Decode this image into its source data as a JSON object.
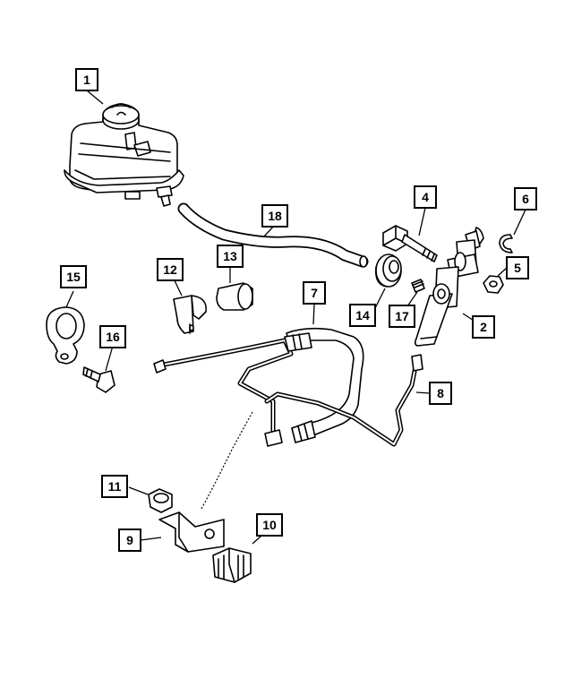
{
  "diagram": {
    "callouts": [
      {
        "id": "c1",
        "label": "1"
      },
      {
        "id": "c2",
        "label": "2"
      },
      {
        "id": "c4",
        "label": "4"
      },
      {
        "id": "c5",
        "label": "5"
      },
      {
        "id": "c6",
        "label": "6"
      },
      {
        "id": "c7",
        "label": "7"
      },
      {
        "id": "c8",
        "label": "8"
      },
      {
        "id": "c9",
        "label": "9"
      },
      {
        "id": "c10",
        "label": "10"
      },
      {
        "id": "c11",
        "label": "11"
      },
      {
        "id": "c12",
        "label": "12"
      },
      {
        "id": "c13",
        "label": "13"
      },
      {
        "id": "c14",
        "label": "14"
      },
      {
        "id": "c15",
        "label": "15"
      },
      {
        "id": "c16",
        "label": "16"
      },
      {
        "id": "c17",
        "label": "17"
      },
      {
        "id": "c18",
        "label": "18"
      }
    ]
  }
}
